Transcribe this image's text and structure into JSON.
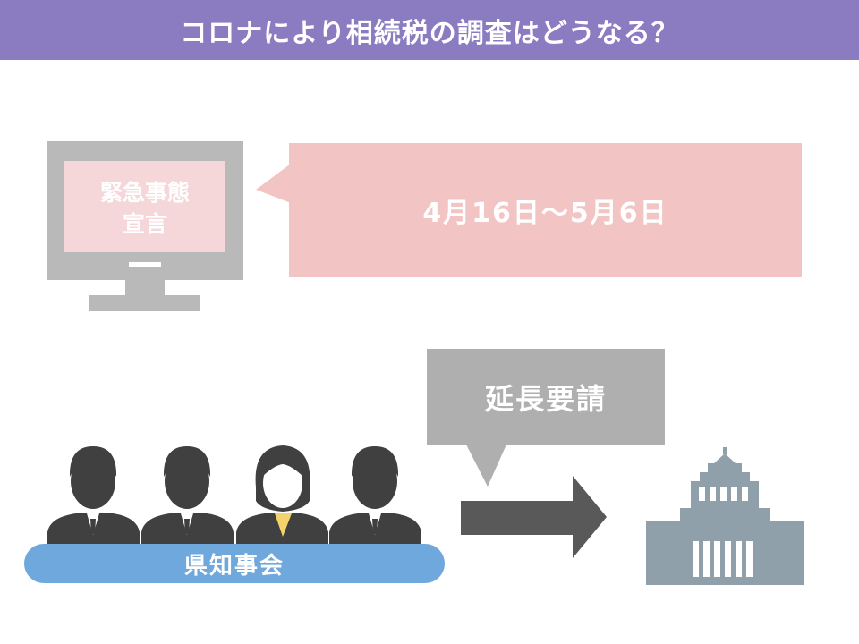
{
  "header": {
    "title": "コロナにより相続税の調査はどうなる？"
  },
  "monitor": {
    "line1": "緊急事態",
    "line2": "宣言"
  },
  "period": {
    "text": "4月16日～5月6日"
  },
  "request": {
    "label": "延長要請"
  },
  "council": {
    "label": "県知事会"
  },
  "colors": {
    "header": "#8b7cc2",
    "monitor": "#b9b9b9",
    "screen": "#f6d7d9",
    "callout": "#f2c4c4",
    "request": "#afafaf",
    "arrow": "#595959",
    "people": "#404040",
    "council_bar": "#6fa8dc",
    "building": "#8fa0ab"
  }
}
